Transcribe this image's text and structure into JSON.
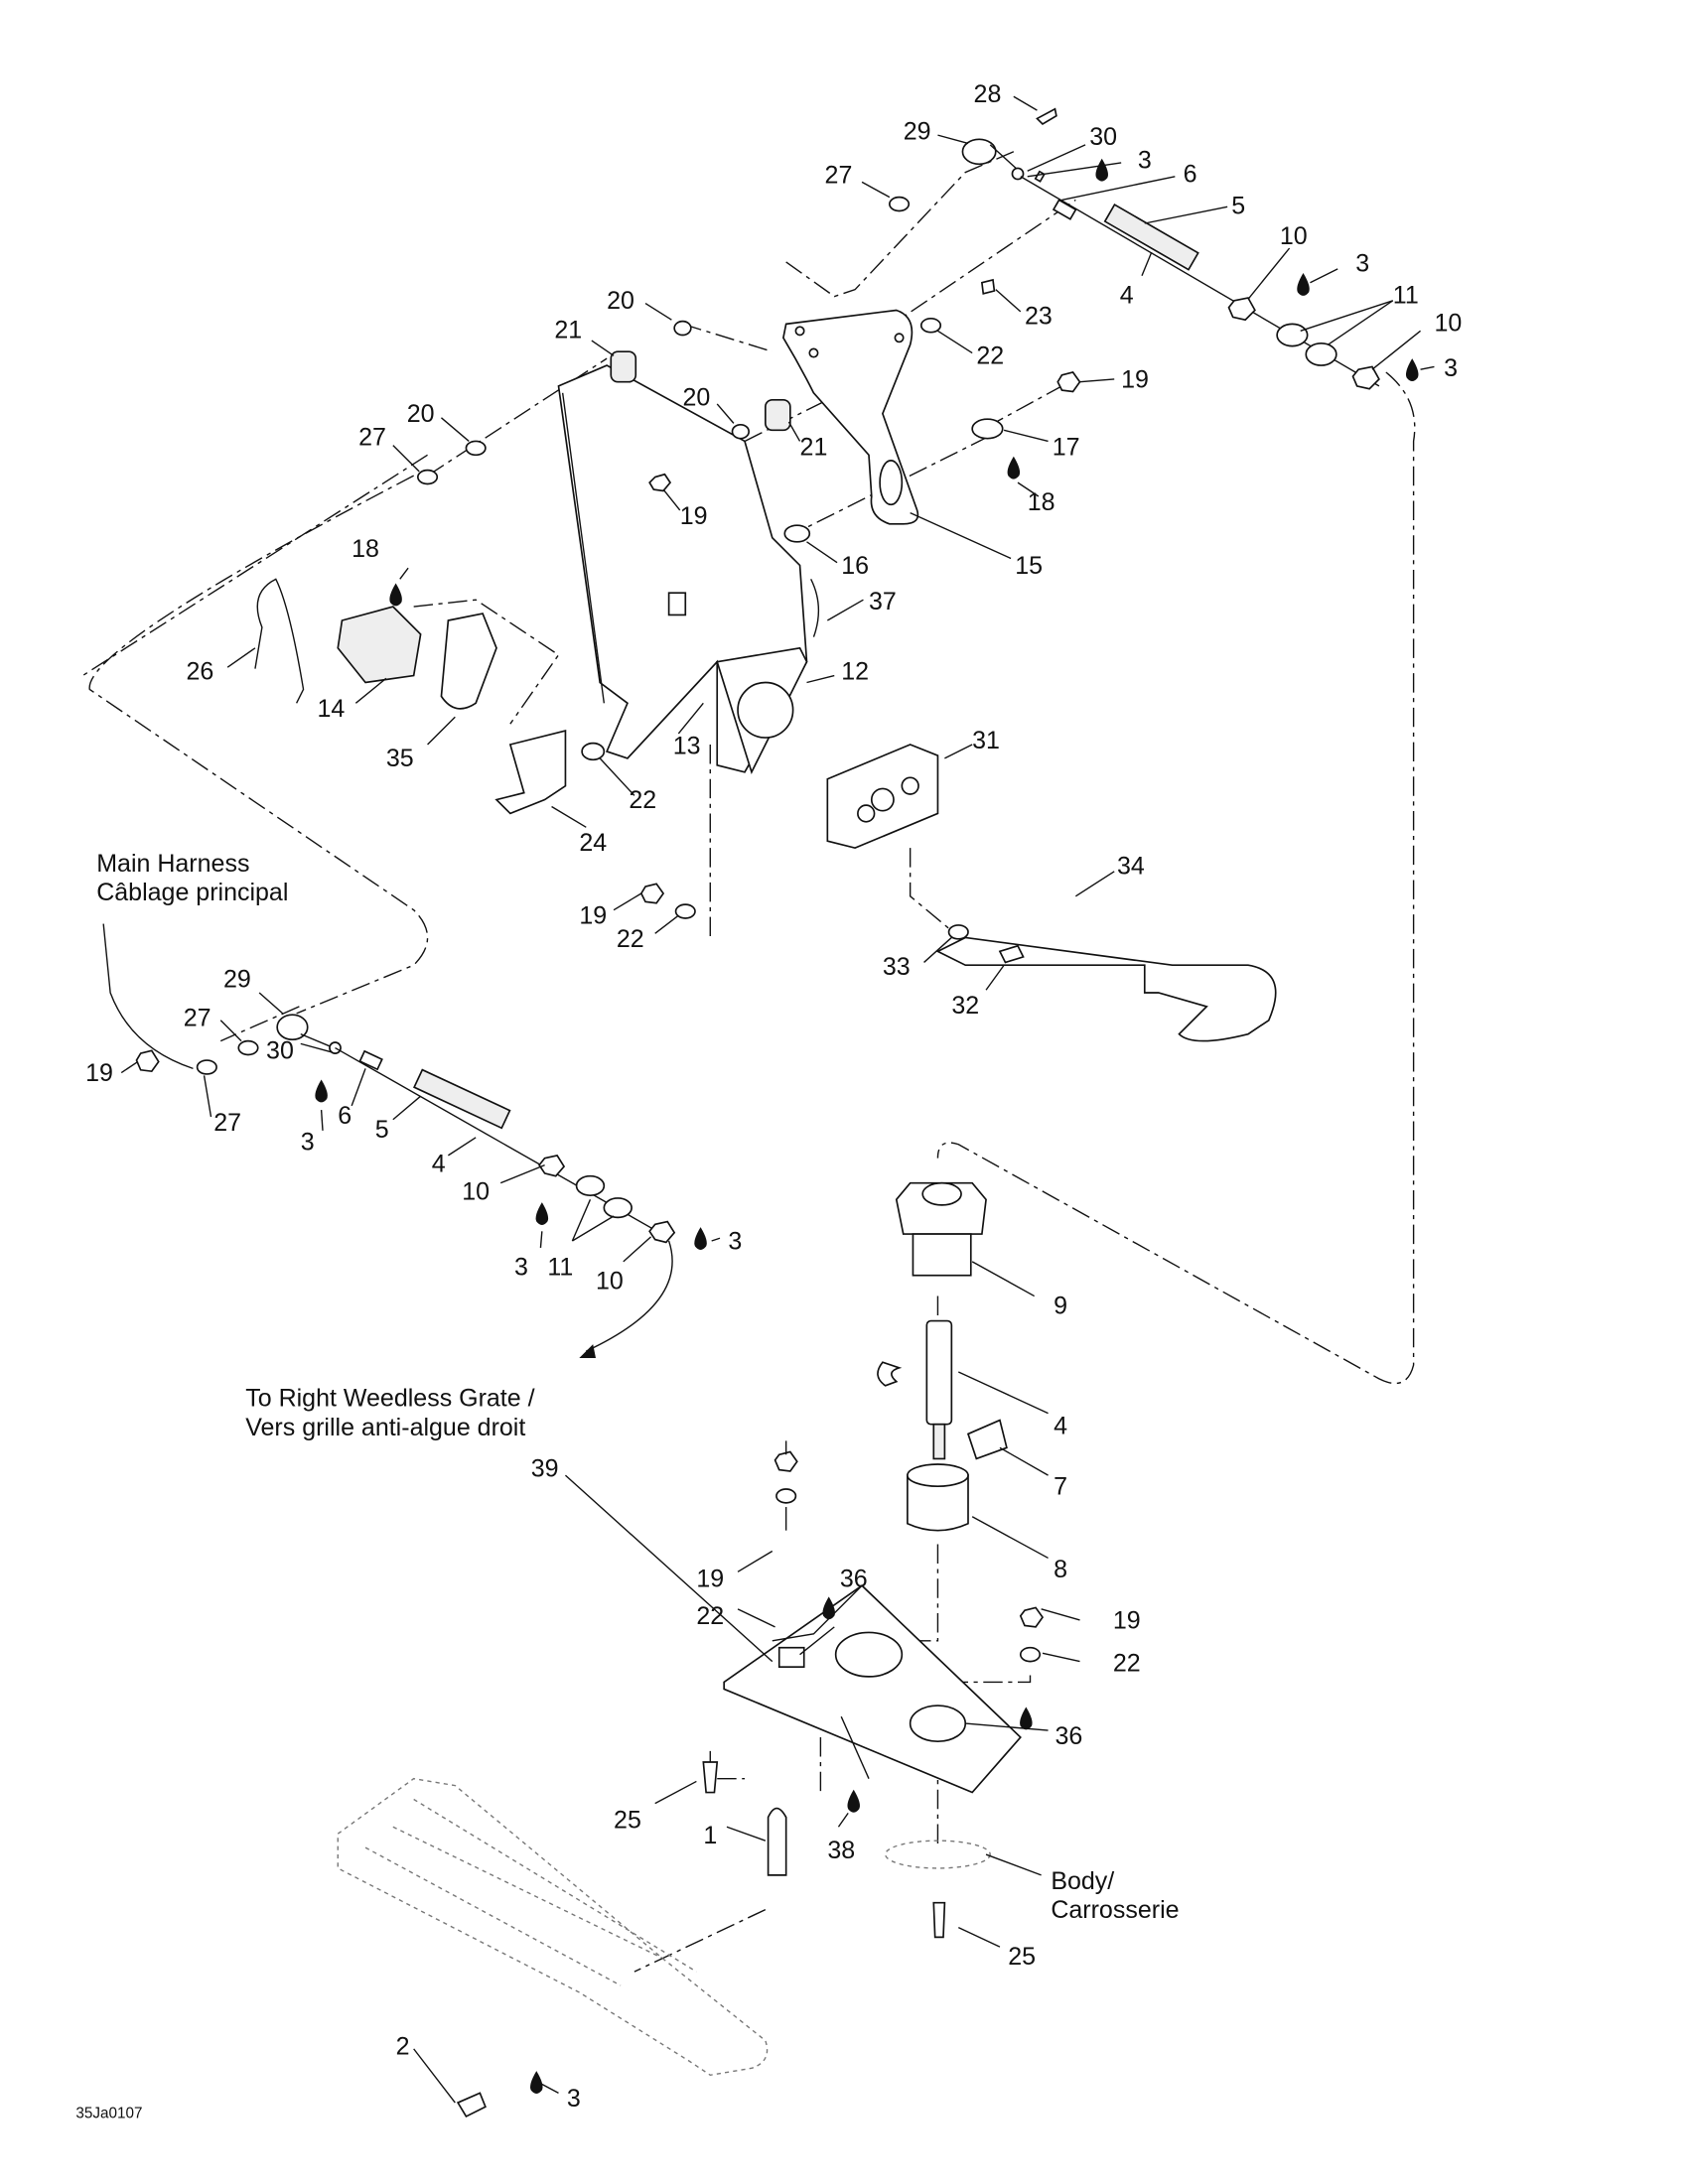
{
  "diagram": {
    "code": "35Ja0107",
    "notes": {
      "main_harness_en": "Main Harness",
      "main_harness_fr": "Câblage principal",
      "weedless_en": "To Right Weedless Grate /",
      "weedless_fr": "Vers grille anti-algue droit",
      "body_en": "Body/",
      "body_fr": "Carrosserie"
    },
    "callouts": [
      {
        "id": "c28a",
        "text": "28"
      },
      {
        "id": "c29a",
        "text": "29"
      },
      {
        "id": "c30a",
        "text": "30"
      },
      {
        "id": "c3a",
        "text": "3"
      },
      {
        "id": "c27a",
        "text": "27"
      },
      {
        "id": "c6a",
        "text": "6"
      },
      {
        "id": "c5a",
        "text": "5"
      },
      {
        "id": "c10a",
        "text": "10"
      },
      {
        "id": "c3b",
        "text": "3"
      },
      {
        "id": "c4a",
        "text": "4"
      },
      {
        "id": "c11a",
        "text": "11"
      },
      {
        "id": "c10b",
        "text": "10"
      },
      {
        "id": "c3c",
        "text": "3"
      },
      {
        "id": "c20a",
        "text": "20"
      },
      {
        "id": "c23a",
        "text": "23"
      },
      {
        "id": "c21a",
        "text": "21"
      },
      {
        "id": "c22a",
        "text": "22"
      },
      {
        "id": "c19a",
        "text": "19"
      },
      {
        "id": "c20b",
        "text": "20"
      },
      {
        "id": "c17a",
        "text": "17"
      },
      {
        "id": "c27b",
        "text": "27"
      },
      {
        "id": "c20c",
        "text": "20"
      },
      {
        "id": "c21b",
        "text": "21"
      },
      {
        "id": "c18a",
        "text": "18"
      },
      {
        "id": "c19b",
        "text": "19"
      },
      {
        "id": "c16a",
        "text": "16"
      },
      {
        "id": "c15a",
        "text": "15"
      },
      {
        "id": "c18b",
        "text": "18"
      },
      {
        "id": "c37a",
        "text": "37"
      },
      {
        "id": "c26a",
        "text": "26"
      },
      {
        "id": "c12a",
        "text": "12"
      },
      {
        "id": "c14a",
        "text": "14"
      },
      {
        "id": "c13a",
        "text": "13"
      },
      {
        "id": "c35a",
        "text": "35"
      },
      {
        "id": "c22b",
        "text": "22"
      },
      {
        "id": "c31a",
        "text": "31"
      },
      {
        "id": "c24a",
        "text": "24"
      },
      {
        "id": "c34a",
        "text": "34"
      },
      {
        "id": "c19c",
        "text": "19"
      },
      {
        "id": "c22c",
        "text": "22"
      },
      {
        "id": "c33a",
        "text": "33"
      },
      {
        "id": "c32a",
        "text": "32"
      },
      {
        "id": "c29b",
        "text": "29"
      },
      {
        "id": "c27c",
        "text": "27"
      },
      {
        "id": "c19d",
        "text": "19"
      },
      {
        "id": "c30b",
        "text": "30"
      },
      {
        "id": "c27d",
        "text": "27"
      },
      {
        "id": "c6b",
        "text": "6"
      },
      {
        "id": "c3d",
        "text": "3"
      },
      {
        "id": "c5b",
        "text": "5"
      },
      {
        "id": "c4b",
        "text": "4"
      },
      {
        "id": "c10c",
        "text": "10"
      },
      {
        "id": "c3e",
        "text": "3"
      },
      {
        "id": "c11b",
        "text": "11"
      },
      {
        "id": "c10d",
        "text": "10"
      },
      {
        "id": "c3f",
        "text": "3"
      },
      {
        "id": "c9a",
        "text": "9"
      },
      {
        "id": "c4c",
        "text": "4"
      },
      {
        "id": "c7a",
        "text": "7"
      },
      {
        "id": "c8a",
        "text": "8"
      },
      {
        "id": "c39a",
        "text": "39"
      },
      {
        "id": "c19e",
        "text": "19"
      },
      {
        "id": "c36a",
        "text": "36"
      },
      {
        "id": "c22d",
        "text": "22"
      },
      {
        "id": "c19f",
        "text": "19"
      },
      {
        "id": "c22e",
        "text": "22"
      },
      {
        "id": "c36b",
        "text": "36"
      },
      {
        "id": "c25a",
        "text": "25"
      },
      {
        "id": "c1a",
        "text": "1"
      },
      {
        "id": "c38a",
        "text": "38"
      },
      {
        "id": "c25b",
        "text": "25"
      },
      {
        "id": "c2a",
        "text": "2"
      },
      {
        "id": "c3g",
        "text": "3"
      }
    ]
  }
}
